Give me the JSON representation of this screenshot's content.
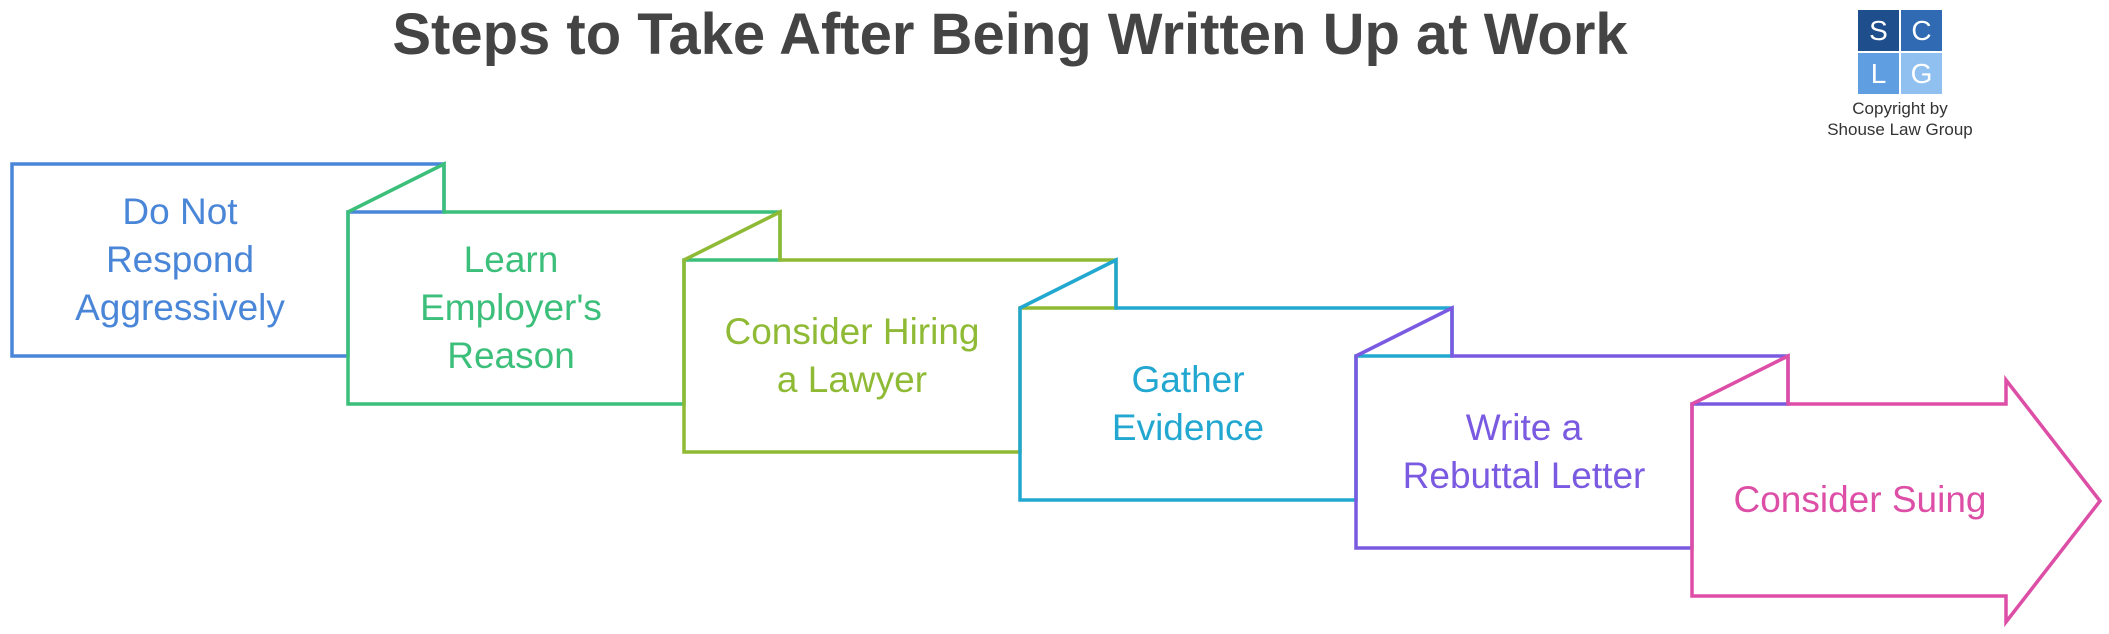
{
  "title": "Steps to Take After Being Written Up at Work",
  "logo": {
    "letters": [
      "S",
      "C",
      "L",
      "G"
    ],
    "copyright_line1": "Copyright by",
    "copyright_line2": "Shouse Law Group"
  },
  "steps": [
    {
      "label": "Do Not\nRespond\nAggressively",
      "color": "#4a86d8"
    },
    {
      "label": "Learn\nEmployer's\nReason",
      "color": "#3cbf7a"
    },
    {
      "label": "Consider Hiring\na Lawyer",
      "color": "#8fba35"
    },
    {
      "label": "Gather\nEvidence",
      "color": "#22a7d0"
    },
    {
      "label": "Write a\nRebuttal Letter",
      "color": "#7a5ae0"
    },
    {
      "label": "Consider Suing",
      "color": "#dd4fa6"
    }
  ]
}
